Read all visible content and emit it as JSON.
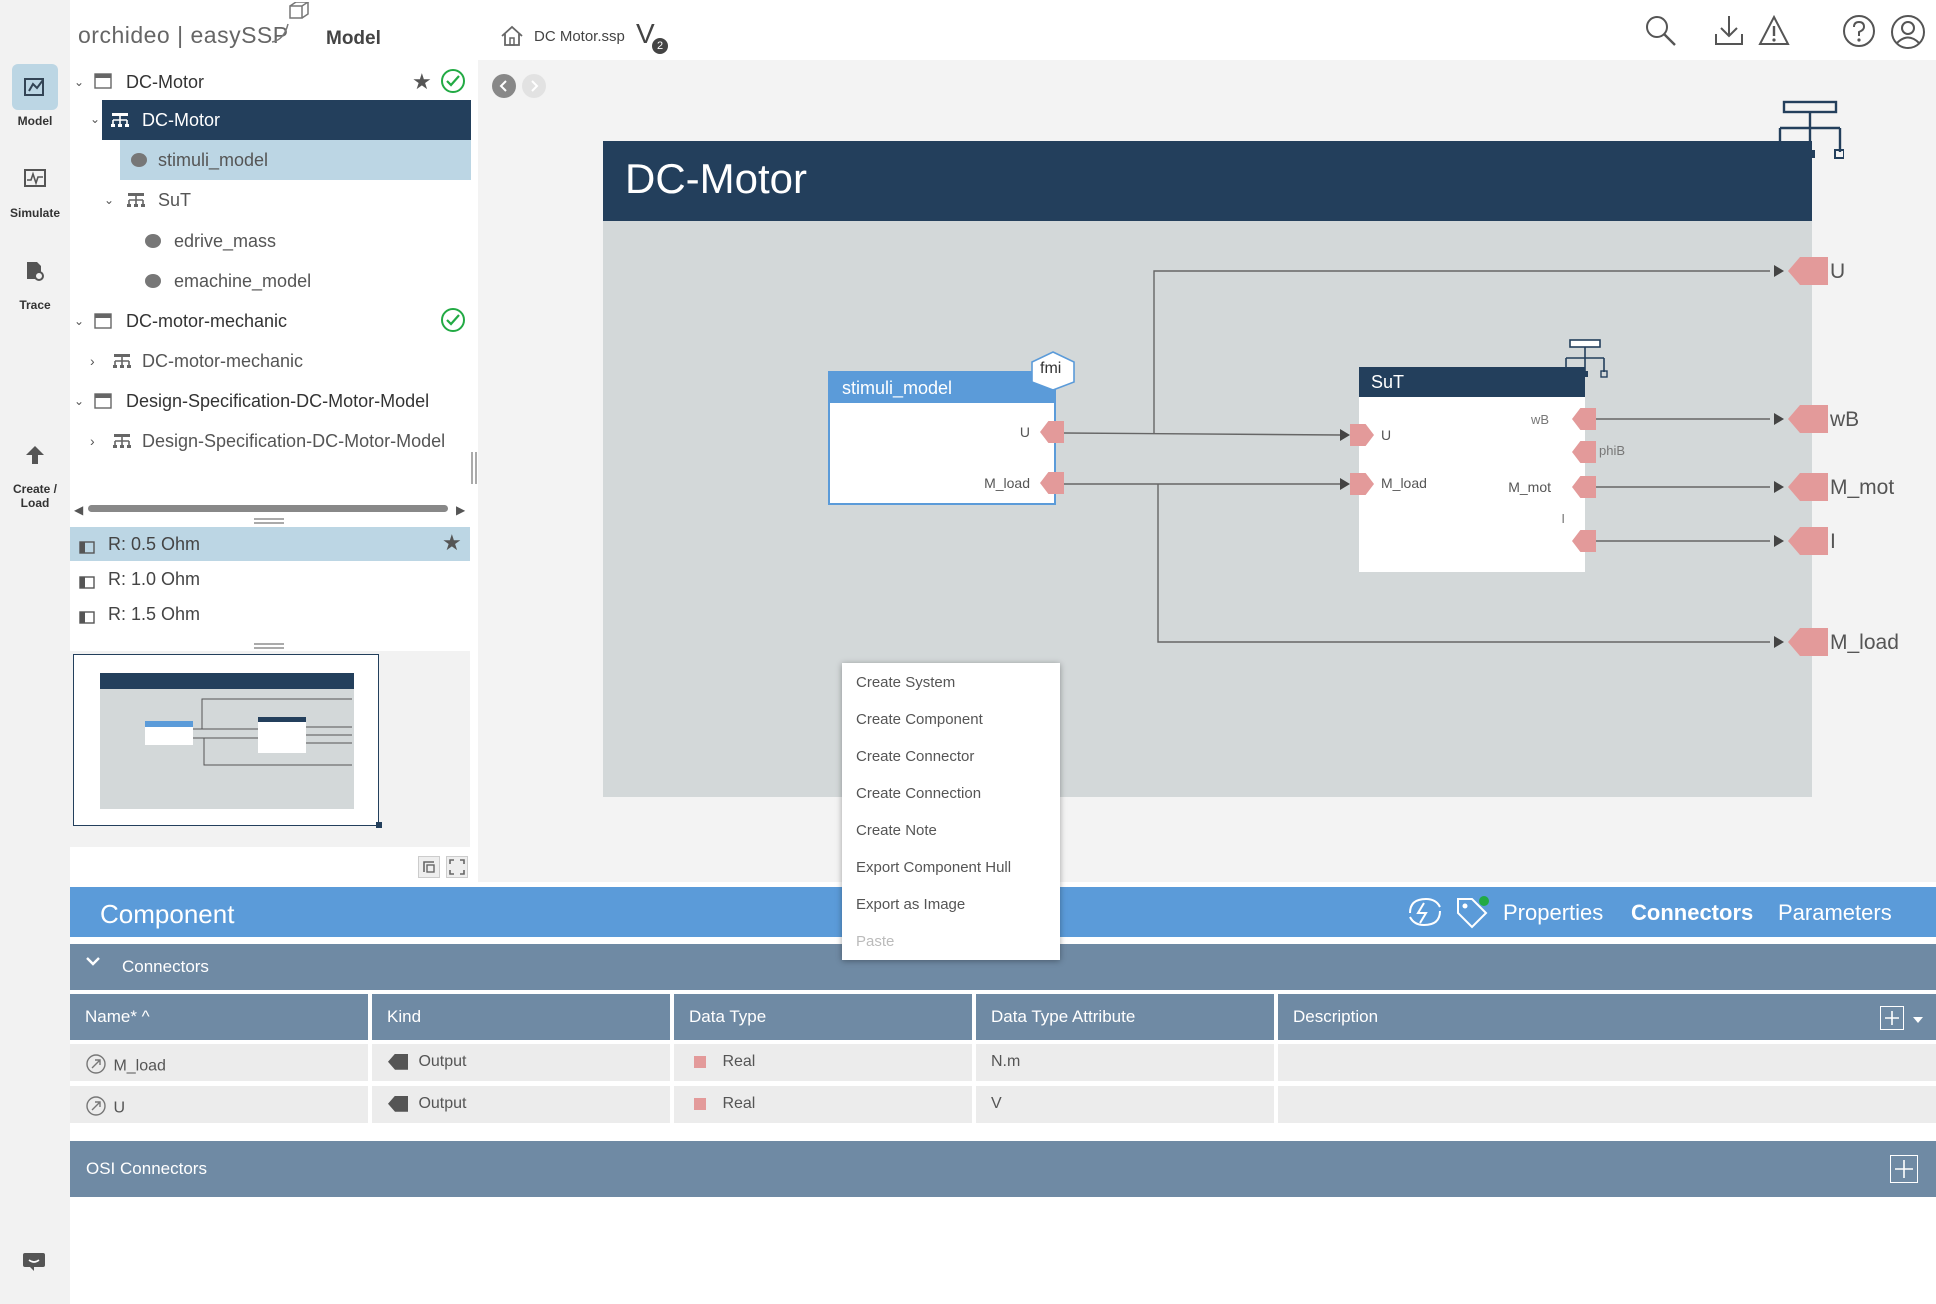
{
  "header": {
    "brand": "orchideo | easySSP",
    "module": "Model",
    "file": "DC Motor.ssp",
    "version_letter": "V",
    "version_sub": "2"
  },
  "rail": {
    "items": [
      {
        "label": "Model"
      },
      {
        "label": "Simulate"
      },
      {
        "label": "Trace"
      },
      {
        "label": "Create /\nLoad"
      }
    ]
  },
  "tree": {
    "items": [
      {
        "label": "DC-Motor"
      },
      {
        "label": "DC-Motor"
      },
      {
        "label": "stimuli_model"
      },
      {
        "label": "SuT"
      },
      {
        "label": "edrive_mass"
      },
      {
        "label": "emachine_model"
      },
      {
        "label": "DC-motor-mechanic"
      },
      {
        "label": "DC-motor-mechanic"
      },
      {
        "label": "Design-Specification-DC-Motor-Model"
      },
      {
        "label": "Design-Specification-DC-Motor-Model"
      }
    ]
  },
  "variants": [
    {
      "label": "R: 0.5 Ohm"
    },
    {
      "label": "R: 1.0 Ohm"
    },
    {
      "label": "R: 1.5 Ohm"
    }
  ],
  "diagram": {
    "system_title": "DC-Motor",
    "stimuli": {
      "title": "stimuli_model",
      "ports": [
        "U",
        "M_load"
      ],
      "badge": "fmi"
    },
    "sut": {
      "title": "SuT",
      "inputs": [
        "U",
        "M_load"
      ],
      "outputs": [
        "wB",
        "phiB",
        "M_mot",
        "I"
      ]
    },
    "system_outputs": [
      "U",
      "wB",
      "M_mot",
      "I",
      "M_load"
    ]
  },
  "context_menu": {
    "items": [
      "Create System",
      "Create Component",
      "Create Connector",
      "Create Connection",
      "Create Note",
      "Export Component Hull",
      "Export as Image",
      "Paste"
    ]
  },
  "bottom": {
    "panel_title": "Component",
    "tabs": [
      "Properties",
      "Connectors",
      "Parameters"
    ],
    "connectors_title": "Connectors",
    "columns": [
      "Name* ^",
      "Kind",
      "Data Type",
      "Data Type Attribute",
      "Description"
    ],
    "rows": [
      {
        "name": "M_load",
        "kind": "Output",
        "type": "Real",
        "attr": "N.m",
        "desc": ""
      },
      {
        "name": "U",
        "kind": "Output",
        "type": "Real",
        "attr": "V",
        "desc": ""
      }
    ],
    "osi_title": "OSI Connectors"
  },
  "colors": {
    "navy": "#233f5c",
    "blue": "#5b9bd9",
    "port": "#e39a9a",
    "ok": "#22aa44"
  }
}
